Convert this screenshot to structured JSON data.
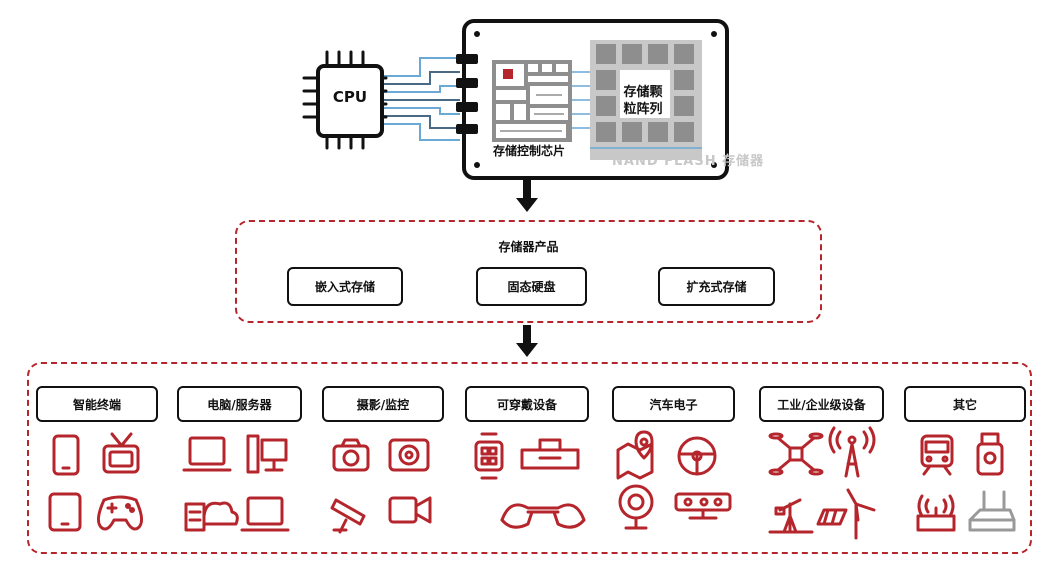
{
  "top": {
    "cpu_label": "CPU",
    "controller_label": "存储控制芯片",
    "array_label_line1": "存储颗",
    "array_label_line2": "粒阵列",
    "watermark": "NAND FLASH 存储器"
  },
  "products": {
    "title": "存储器产品",
    "items": [
      "嵌入式存储",
      "固态硬盘",
      "扩充式存储"
    ]
  },
  "applications": {
    "categories": [
      "智能终端",
      "电脑/服务器",
      "摄影/监控",
      "可穿戴设备",
      "汽车电子",
      "工业/企业级设备",
      "其它"
    ]
  },
  "colors": {
    "accent": "#b5262c",
    "ink": "#111111",
    "chip_grey": "#8e8e8e",
    "trace_blue": "#6aa8d6"
  },
  "icons": [
    "smartphone-icon",
    "tv-icon",
    "tablet-icon",
    "gamepad-icon",
    "laptop-icon",
    "desktop-pc-icon",
    "cloud-server-icon",
    "notebook-icon",
    "camera-icon",
    "action-camera-icon",
    "cctv-icon",
    "video-camera-icon",
    "smartwatch-icon",
    "vr-headset-icon",
    "3d-glasses-icon",
    "map-pin-icon",
    "steering-wheel-icon",
    "webcam-icon",
    "kinect-icon",
    "drone-icon",
    "signal-tower-icon",
    "oil-pump-icon",
    "solar-wind-icon",
    "train-icon",
    "usb-drive-icon",
    "router-icon",
    "set-top-box-icon"
  ]
}
